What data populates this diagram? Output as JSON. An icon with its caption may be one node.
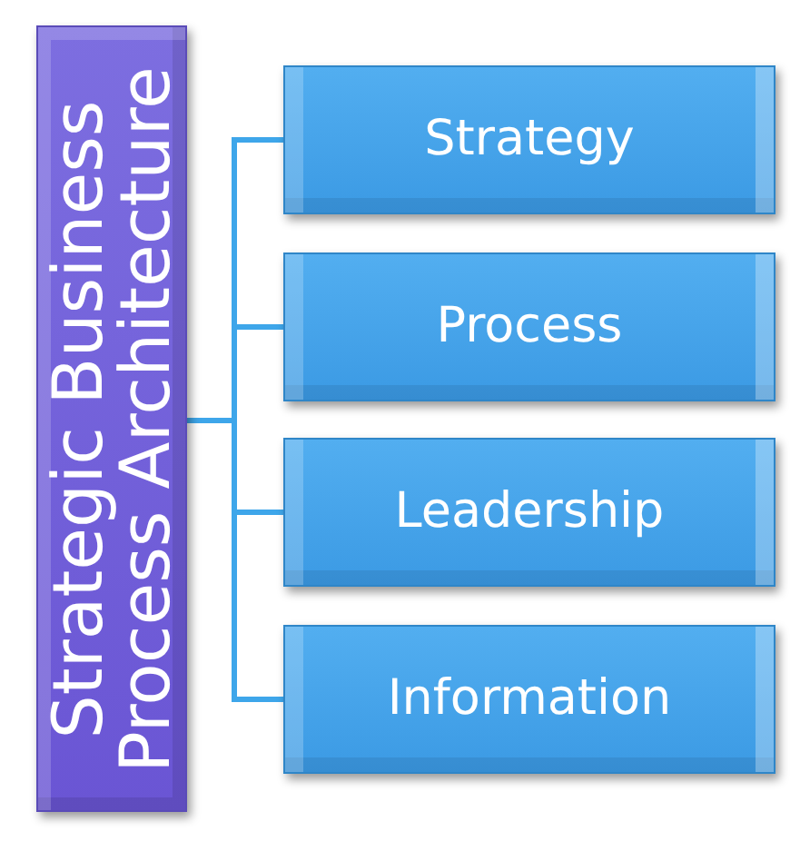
{
  "diagram": {
    "nodes": [
      {
        "text": [
          "Strategic Business Process Architecture"
        ]
      },
      {
        "text": [
          "Strategy"
        ]
      },
      {
        "text": [
          "Process"
        ]
      },
      {
        "text": [
          "Leadership"
        ]
      },
      {
        "text": [
          "Information"
        ]
      }
    ],
    "edges": [
      {
        "from": 0,
        "to": 1,
        "arrow": "none"
      },
      {
        "from": 0,
        "to": 2,
        "arrow": "none"
      },
      {
        "from": 0,
        "to": 3,
        "arrow": "none"
      },
      {
        "from": 0,
        "to": 4,
        "arrow": "none"
      }
    ]
  }
}
